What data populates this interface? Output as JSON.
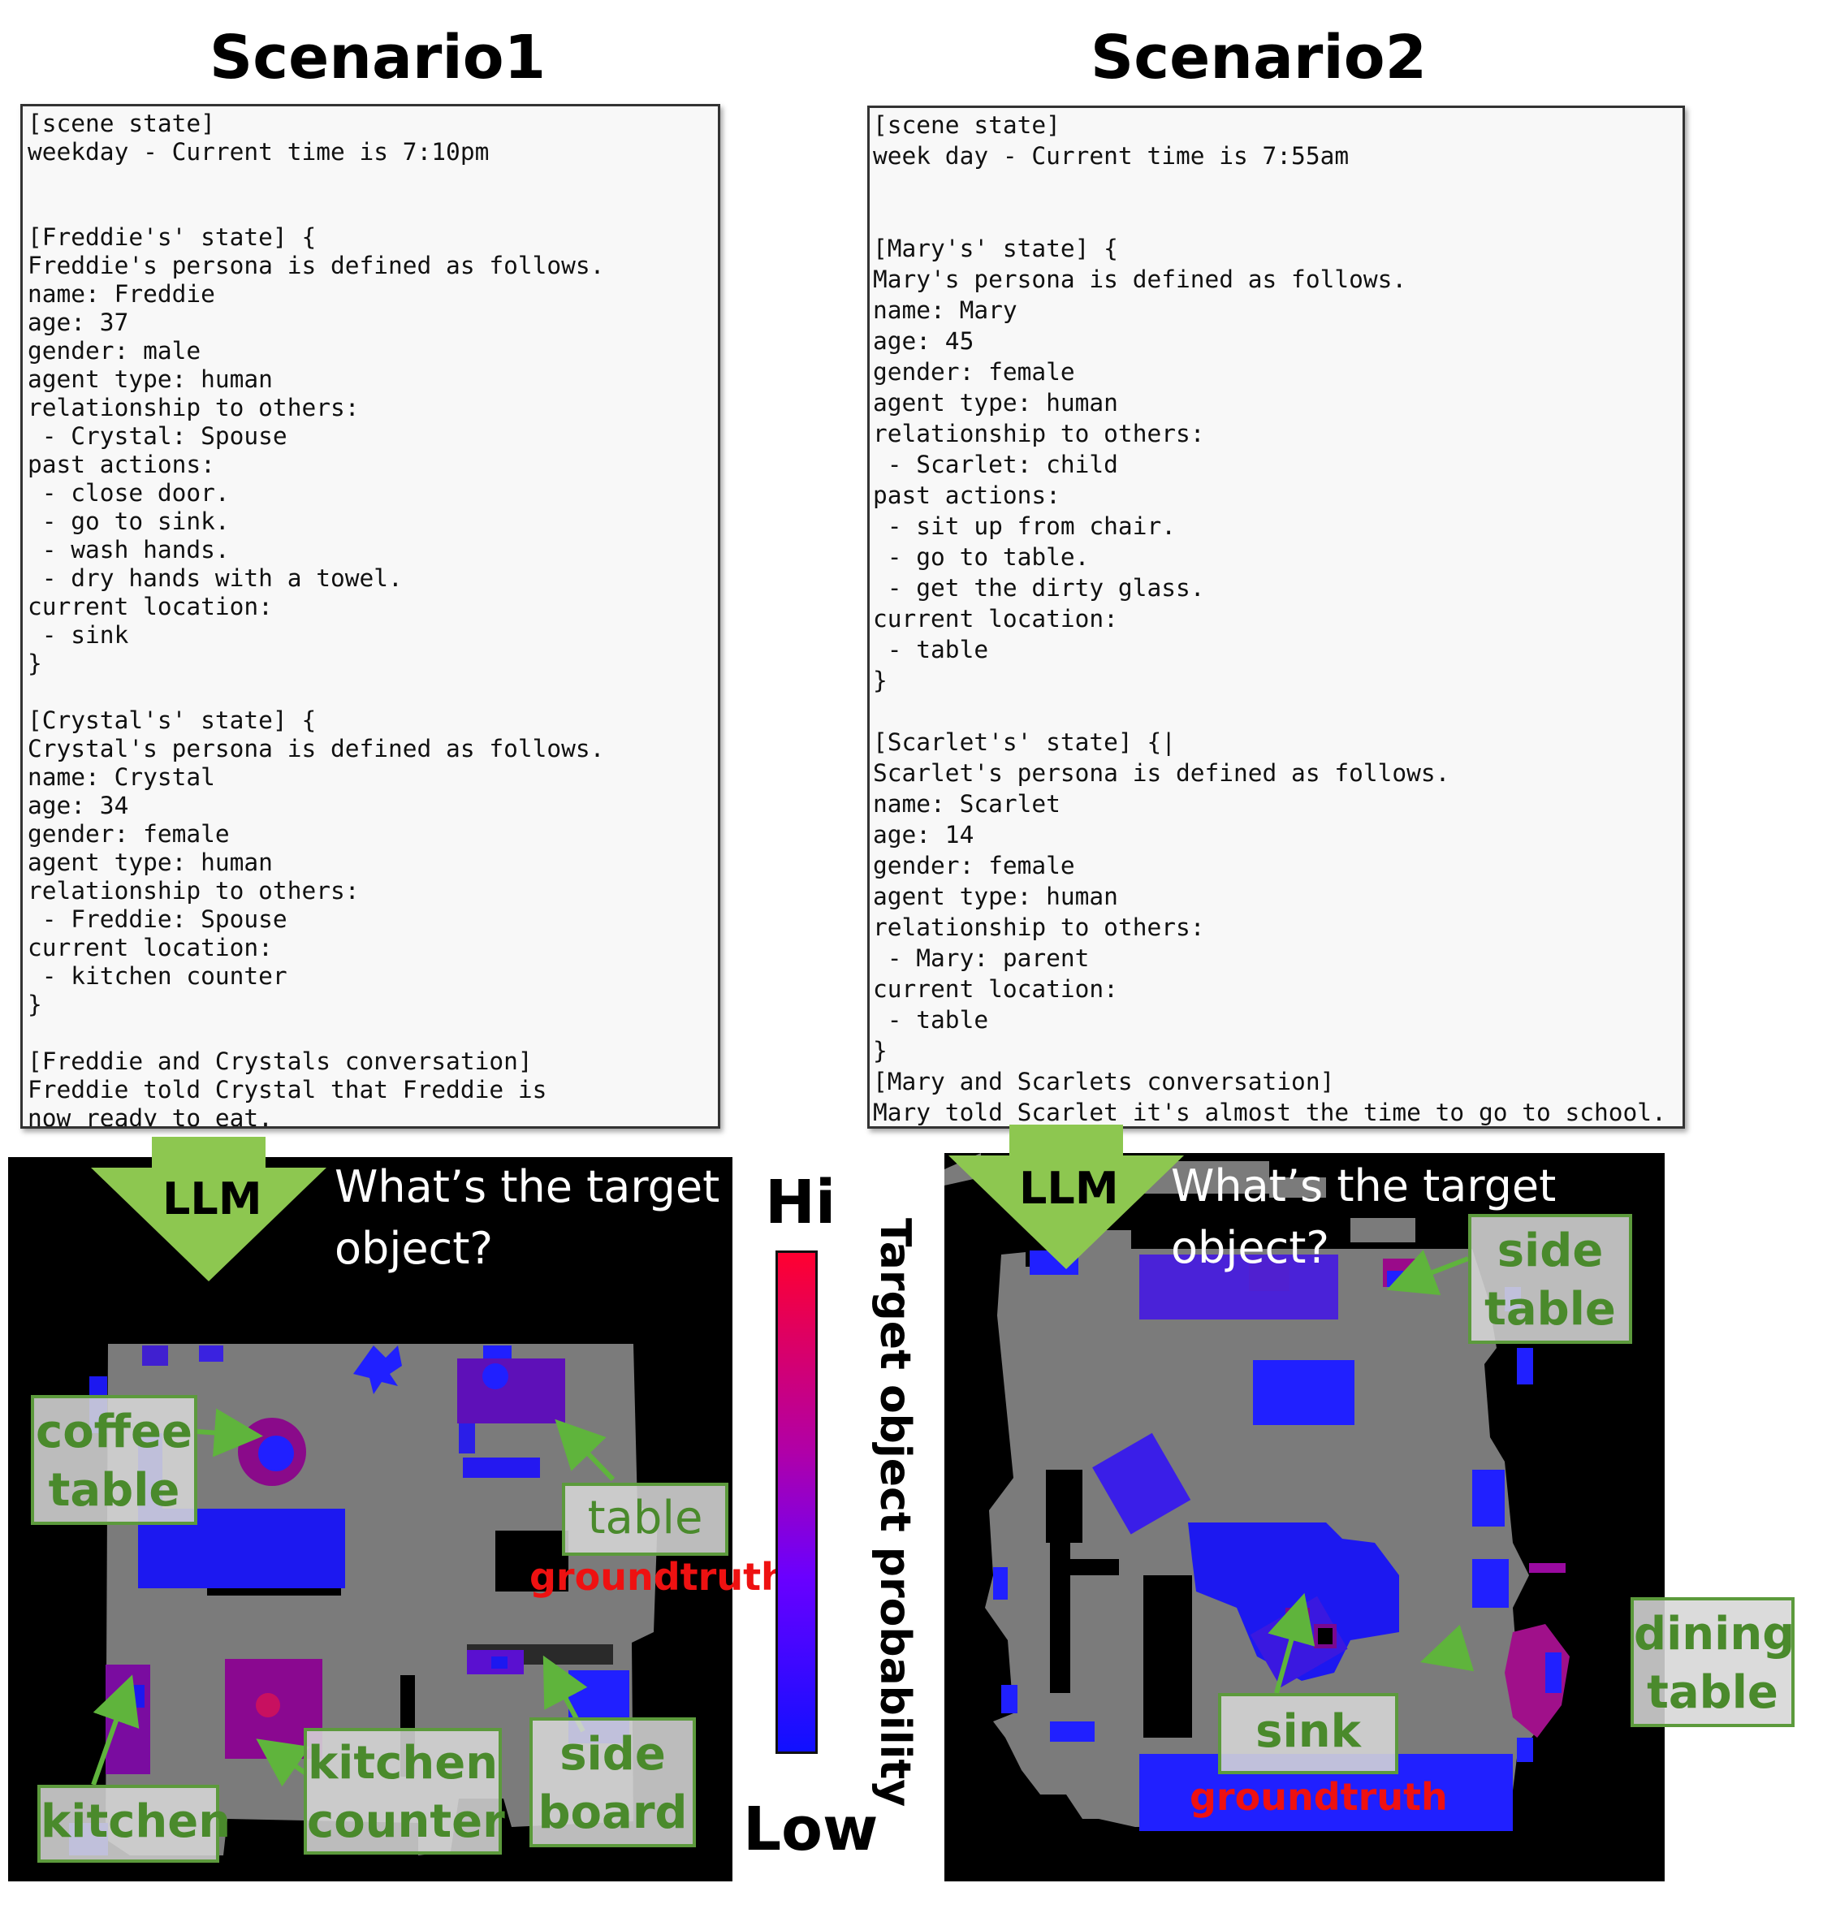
{
  "scenario1": {
    "title": "Scenario1",
    "prompt_text": "[scene state]\nweekday - Current time is 7:10pm\n\n\n[Freddie's' state] {\nFreddie's persona is defined as follows.\nname: Freddie\nage: 37\ngender: male\nagent type: human\nrelationship to others:\n - Crystal: Spouse\npast actions:\n - close door.\n - go to sink.\n - wash hands.\n - dry hands with a towel.\ncurrent location:\n - sink\n}\n\n[Crystal's' state] {\nCrystal's persona is defined as follows.\nname: Crystal\nage: 34\ngender: female\nagent type: human\nrelationship to others:\n - Freddie: Spouse\ncurrent location:\n - kitchen counter\n}\n\n[Freddie and Crystals conversation]\nFreddie told Crystal that Freddie is\nnow ready to eat.",
    "arrow_label": "LLM",
    "question": "What’s the target\nobject?",
    "labels": {
      "coffee_table": "coffee\ntable",
      "table": "table",
      "kitchen": "kitchen",
      "kitchen_counter": "kitchen\ncounter",
      "side_board": "side\nboard"
    },
    "groundtruth": "groundtruth"
  },
  "scenario2": {
    "title": "Scenario2",
    "prompt_text": "[scene state]\nweek day - Current time is 7:55am\n\n\n[Mary's' state] {\nMary's persona is defined as follows.\nname: Mary\nage: 45\ngender: female\nagent type: human\nrelationship to others:\n - Scarlet: child\npast actions:\n - sit up from chair.\n - go to table.\n - get the dirty glass.\ncurrent location:\n - table\n}\n\n[Scarlet's' state] {|\nScarlet's persona is defined as follows.\nname: Scarlet\nage: 14\ngender: female\nagent type: human\nrelationship to others:\n - Mary: parent\ncurrent location:\n - table\n}\n[Mary and Scarlets conversation]\nMary told Scarlet it's almost the time to go to school.",
    "arrow_label": "LLM",
    "question": "What’s the target\nobject?",
    "labels": {
      "side_table": "side\ntable",
      "dining_table": "dining\ntable",
      "sink": "sink"
    },
    "groundtruth": "groundtruth"
  },
  "colorbar": {
    "high_label": "Hi",
    "low_label": "Low",
    "title": "Target object probability",
    "colors": {
      "high": "#ff0030",
      "mid": "#8000e0",
      "low": "#1010ff"
    }
  }
}
